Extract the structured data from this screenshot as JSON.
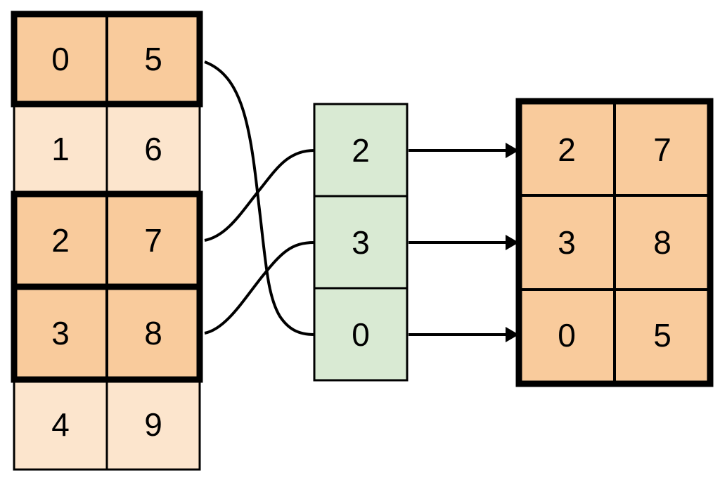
{
  "colors": {
    "highlight_fill": "#f9cb9c",
    "muted_fill": "#fce5cd",
    "index_fill": "#d9ead3",
    "line": "#000000"
  },
  "source_table": {
    "rows": [
      {
        "c0": "0",
        "c1": "5",
        "highlighted": true
      },
      {
        "c0": "1",
        "c1": "6",
        "highlighted": false
      },
      {
        "c0": "2",
        "c1": "7",
        "highlighted": true
      },
      {
        "c0": "3",
        "c1": "8",
        "highlighted": true
      },
      {
        "c0": "4",
        "c1": "9",
        "highlighted": false
      }
    ]
  },
  "index_list": {
    "items": [
      "2",
      "3",
      "0"
    ]
  },
  "result_table": {
    "rows": [
      {
        "c0": "2",
        "c1": "7"
      },
      {
        "c0": "3",
        "c1": "8"
      },
      {
        "c0": "0",
        "c1": "5"
      }
    ]
  }
}
